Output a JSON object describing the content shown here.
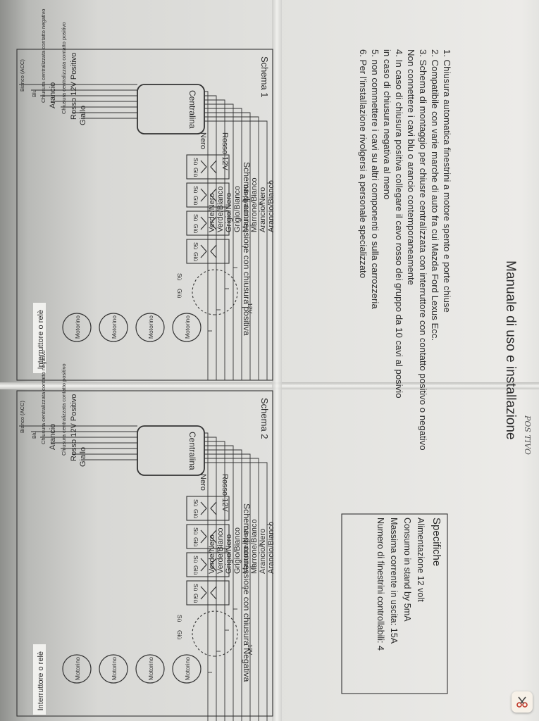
{
  "title": "Manuale di uso e installazione",
  "instructions": [
    "1. Chiusura automatica  finestrini a motore spento e porte chiuse",
    "2. Compatibile con varie marche di auto fra cui Mazda Ford Lexus Ecc.",
    "3. Schema di montaggio per chiusre centralizzata con interruttore con contatto positivo o negativo",
    "   Non connettere i cavi blu o arancio contemporaneamente",
    "4. In caso di chiusura positiva collegare il cavo rosso dei gruppo da 10 cavi al posivio",
    "in caso di chiusura negativa al meno",
    "5. non commettere i cavi su altri componenti o sulla carrozzeria",
    "6. Per l'installazione rivolgersi a personale specializzato"
  ],
  "specs": {
    "title": "Specifiche",
    "items": [
      "Alimentazione  12 volt",
      "Consumo in stand by 5mA",
      "Massima corrente in uscita: 15A",
      "Numero di finestrini controllabili: 4"
    ]
  },
  "schema1": {
    "title": "Schema 1",
    "subtitle": "Schema di connessione con chiusura positiva"
  },
  "schema2": {
    "title": "Schema 2",
    "subtitle": "Schema di connessione con chiusura Negativa"
  },
  "diagram_labels": {
    "centralina": "Centralina",
    "bianco_acc": "Bianco (ACC)",
    "blu": "Blu",
    "blu_note": "Chiusura centralizzata contatto negativo",
    "arancio": "Arancio",
    "arancio_note": "Chiusura centralizzata contatto positivo",
    "rosso_pos": "Rosso 12V Positivo",
    "giallo": "Giallo",
    "nero": "Nero",
    "rosso12": "Rosso 12V",
    "v12": "12V",
    "su": "Sù",
    "giu": "Giù",
    "relay": "Interruttore o relè",
    "motor": "Motorino",
    "wires": [
      "Verde/Nero",
      "Verde/Bianco",
      "Grigio/Nero",
      "Grigio/Bianco",
      "Marrone/Nero",
      "Marrone/Bianco",
      "Arancio/Nero",
      "Arancio/Bianco"
    ]
  },
  "handwriting": "POS TIVO"
}
